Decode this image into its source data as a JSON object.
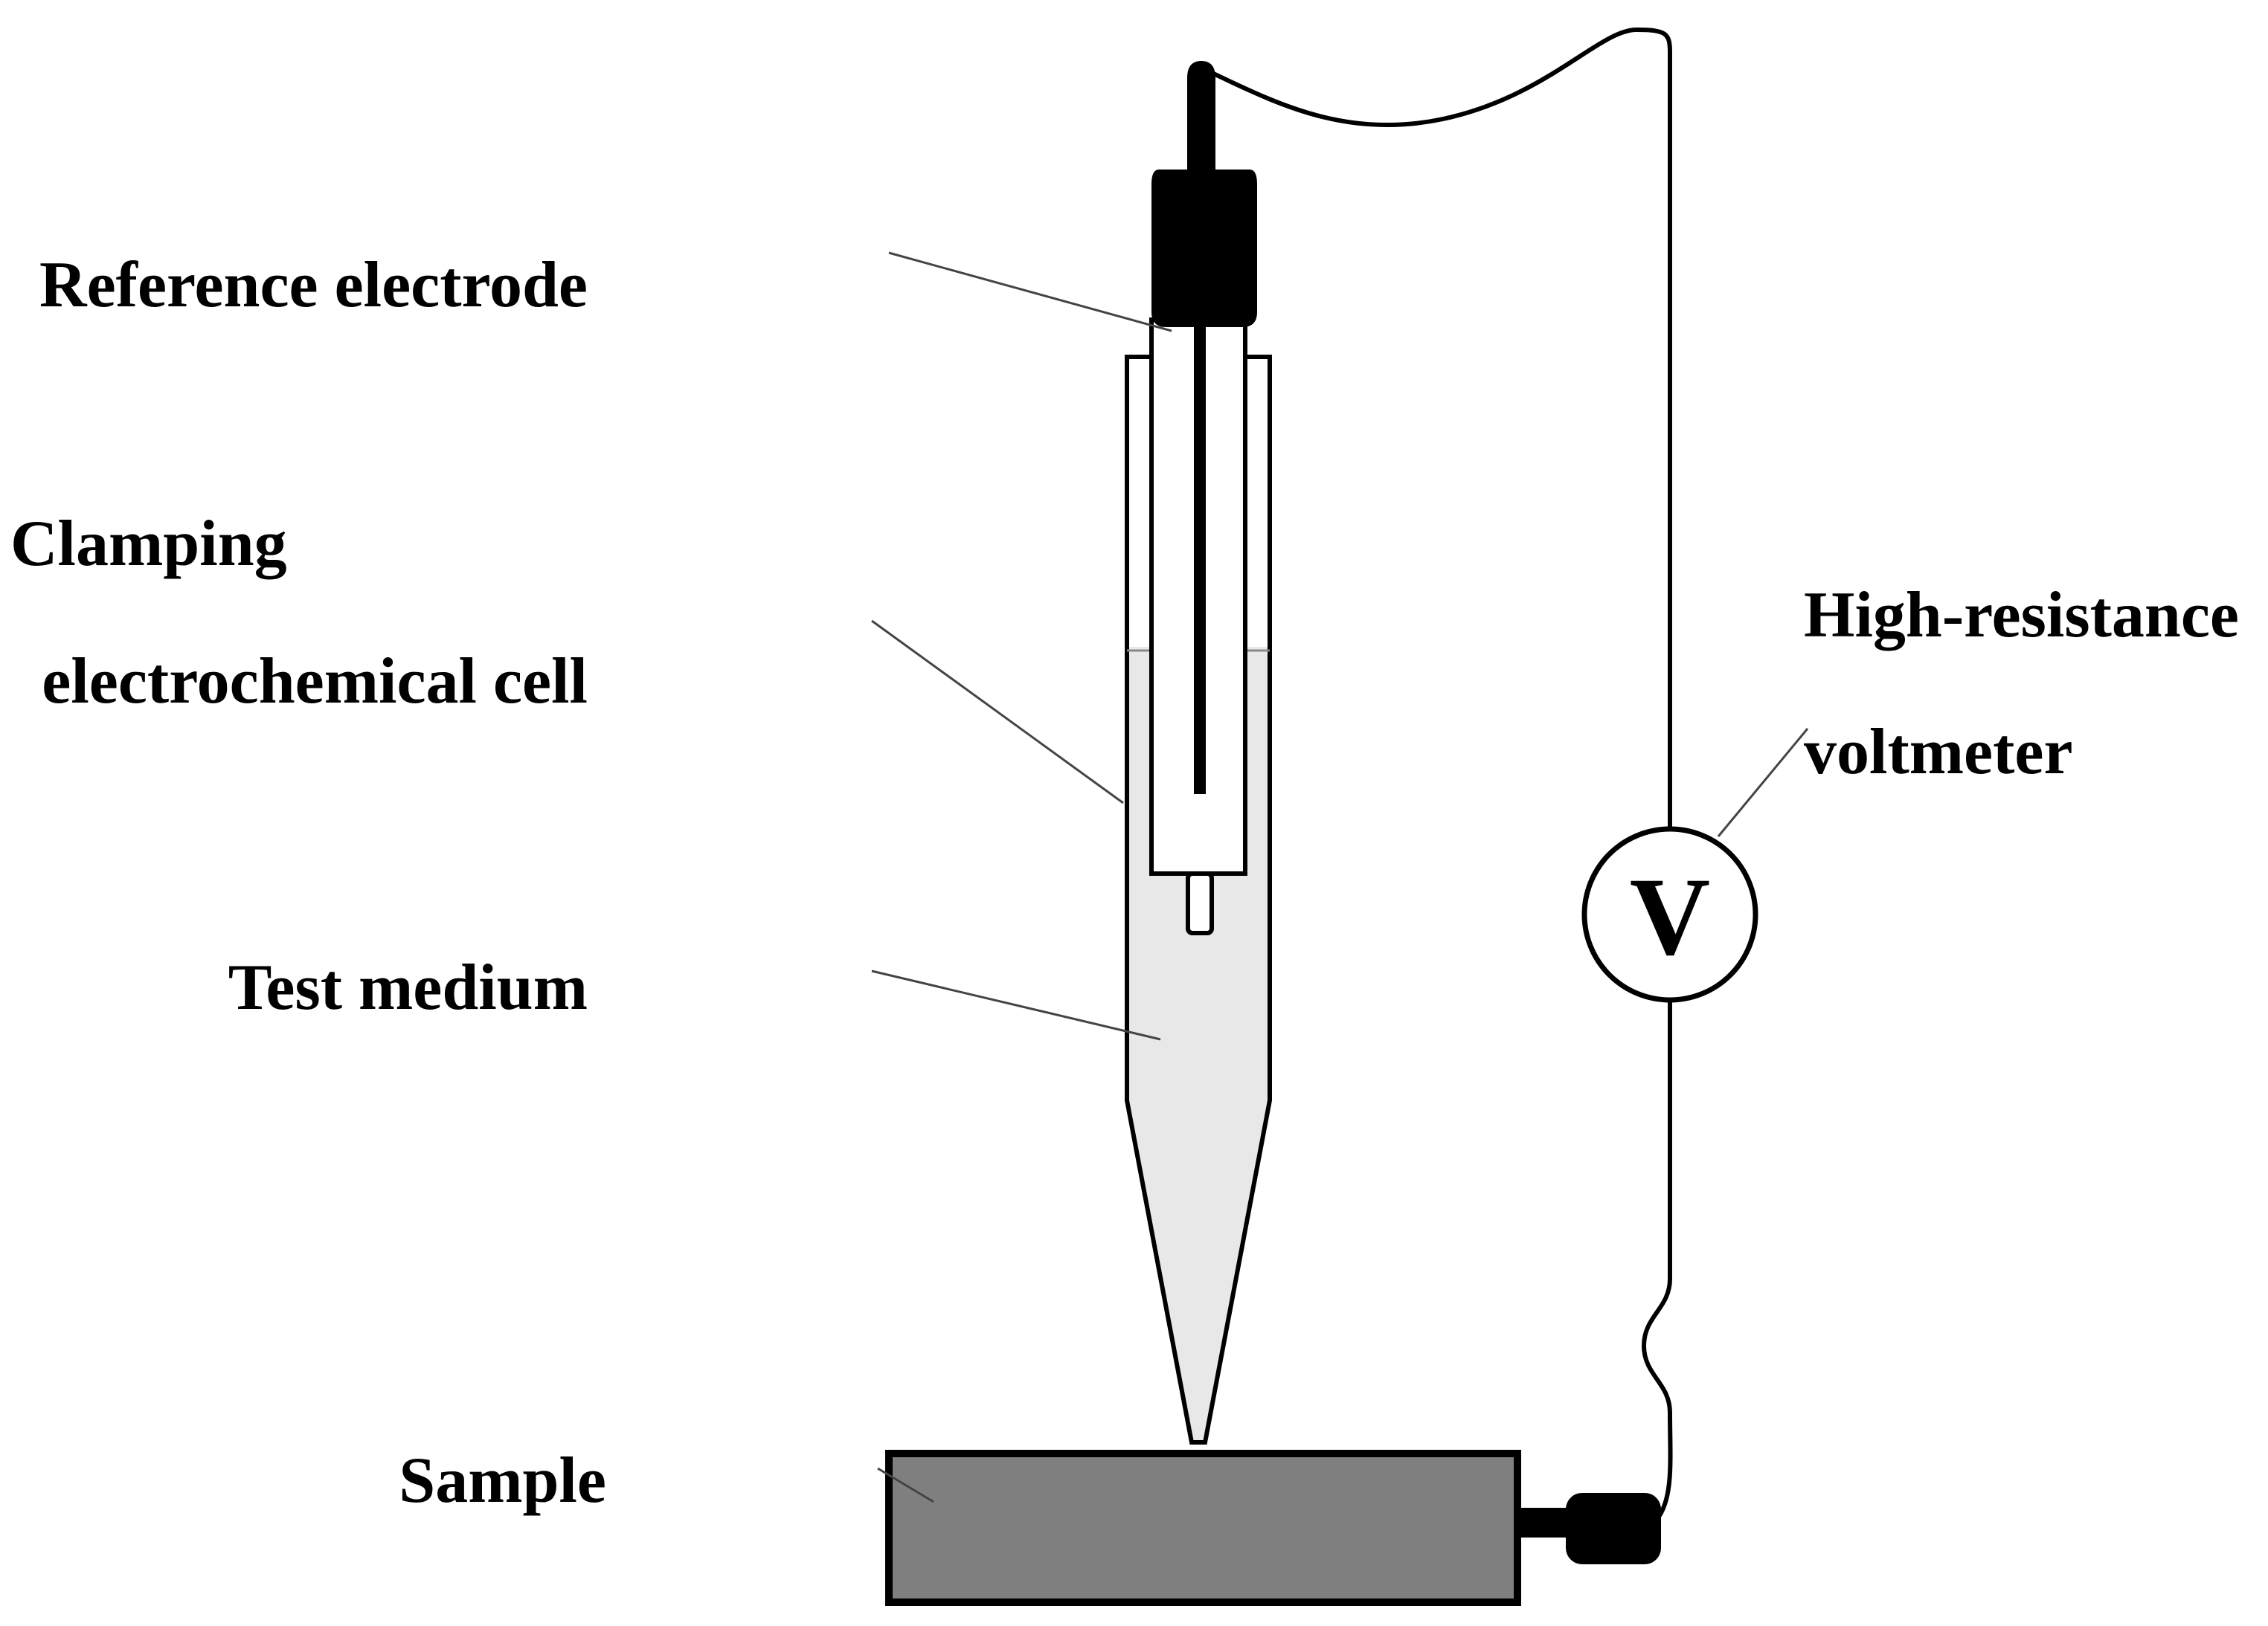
{
  "labels": {
    "reference_electrode": "Reference electrode",
    "clamping_line1": "Clamping",
    "clamping_line2": "electrochemical cell",
    "test_medium": "Test medium",
    "sample": "Sample",
    "voltmeter_line1": "High-resistance",
    "voltmeter_line2": "voltmeter",
    "voltmeter_symbol": "V"
  },
  "colors": {
    "ink": "#000000",
    "leader_line": "#444444",
    "test_medium_fill": "#e8e8e8",
    "sample_fill": "#7f7f7f",
    "cell_fill": "#ffffff"
  }
}
